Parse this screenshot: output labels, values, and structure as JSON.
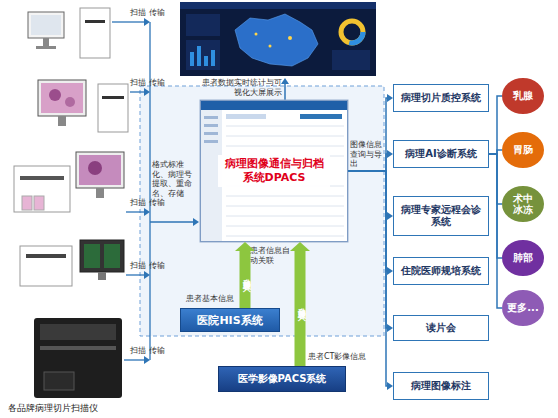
{
  "diagram": {
    "nodes": [
      {
        "text": [
          "病理图像通信与归档系统DPACS"
        ]
      },
      {
        "text": [
          "病理切片质控系统"
        ]
      },
      {
        "text": [
          "病理AI诊断系统"
        ]
      },
      {
        "text": [
          "乳腺"
        ]
      },
      {
        "text": [
          "胃肠"
        ]
      },
      {
        "text": [
          "术中冰冻"
        ]
      },
      {
        "text": [
          "肺部"
        ]
      },
      {
        "text": [
          "更多..."
        ]
      },
      {
        "text": [
          "病理专家远程会诊系统"
        ]
      },
      {
        "text": [
          "住院医师规培系统"
        ]
      },
      {
        "text": [
          "读片会"
        ]
      },
      {
        "text": [
          "病理图像标注"
        ]
      },
      {
        "text": [
          "医院HIS系统"
        ]
      },
      {
        "text": [
          "医学影像PACS系统"
        ]
      }
    ],
    "edges": [
      {
        "from": 0,
        "to": 1,
        "arrow": "to"
      },
      {
        "from": 0,
        "to": 2,
        "arrow": "to"
      },
      {
        "from": 0,
        "to": 8,
        "arrow": "to"
      },
      {
        "from": 0,
        "to": 9,
        "arrow": "to"
      },
      {
        "from": 0,
        "to": 10,
        "arrow": "to"
      },
      {
        "from": 0,
        "to": 11,
        "arrow": "to"
      },
      {
        "from": 2,
        "to": 3,
        "arrow": "none"
      },
      {
        "from": 2,
        "to": 4,
        "arrow": "none"
      },
      {
        "from": 2,
        "to": 5,
        "arrow": "none"
      },
      {
        "from": 2,
        "to": 6,
        "arrow": "none"
      },
      {
        "from": 2,
        "to": 7,
        "arrow": "none"
      },
      {
        "from": 12,
        "to": 0,
        "label": "自动关联导入",
        "arrow": "to"
      },
      {
        "from": 13,
        "to": 0,
        "label": "自动关联导入",
        "arrow": "to"
      }
    ],
    "labels": [
      "扫描 传输",
      "扫描 传输",
      "扫描 传输",
      "扫描 传输",
      "扫描 传输",
      "各品牌病理切片扫描仪",
      "患者数据实时统计与可视化大屏展示",
      "格式标准化、病理号提取、重命名、存储",
      "图像信息查询与导出",
      "患者信息自动关联",
      "患者基本信息",
      "患者CT影像信息"
    ]
  }
}
